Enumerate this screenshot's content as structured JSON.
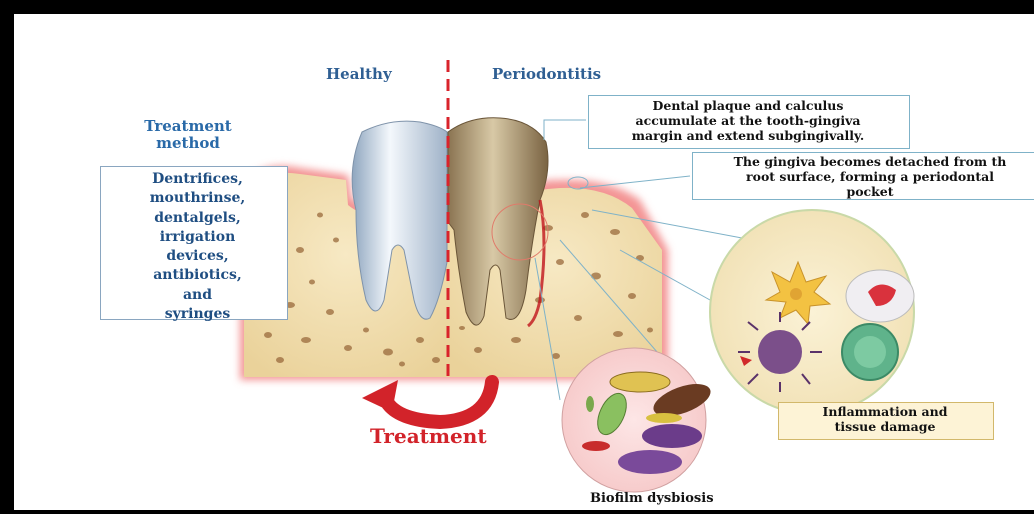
{
  "labels": {
    "healthy": "Healthy",
    "periodontitis": "Periodontitis",
    "treatment_method": "Treatment method",
    "treatment": "Treatment",
    "biofilm": "Biofilm dysbiosis"
  },
  "treatment_methods": [
    "Dentrifices,",
    "mouthrinse,",
    "dentalgels,",
    "irrigation",
    "devices,",
    "antibiotics,",
    "and",
    "syringes"
  ],
  "callouts": {
    "plaque_lines": [
      "Dental plaque and calculus",
      "accumulate at the tooth-gingiva",
      "margin and extend subgingivally."
    ],
    "gingiva_lines": [
      "The gingiva becomes detached from th",
      "root surface, forming a periodontal",
      "pocket"
    ],
    "inflammation_lines": [
      "Inflammation and",
      "tissue damage"
    ]
  },
  "colors": {
    "heading_blue": "#2f5f93",
    "treatment_red": "#d2232a",
    "divider_red": "#d9232b",
    "bone": "#f2dfb0",
    "gum_red": "#e84a4a"
  }
}
